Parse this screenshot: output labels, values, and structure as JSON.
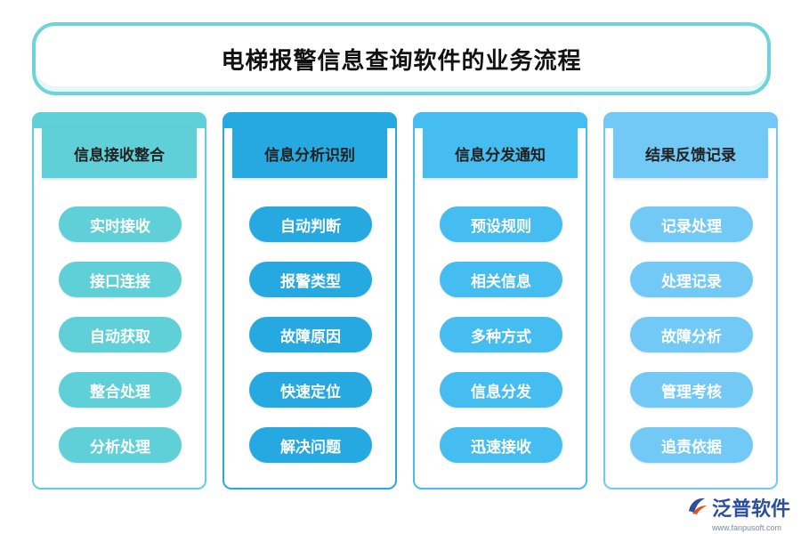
{
  "title": "电梯报警信息查询软件的业务流程",
  "colors": {
    "title_border": "#6fd3da",
    "col1": "#5fd0d8",
    "col2": "#26a8e0",
    "col3": "#45bdf0",
    "col4": "#73c9f6",
    "logo": "#2b4f9e"
  },
  "columns": [
    {
      "header": "信息接收整合",
      "items": [
        "实时接收",
        "接口连接",
        "自动获取",
        "整合处理",
        "分析处理"
      ]
    },
    {
      "header": "信息分析识别",
      "items": [
        "自动判断",
        "报警类型",
        "故障原因",
        "快速定位",
        "解决问题"
      ]
    },
    {
      "header": "信息分发通知",
      "items": [
        "预设规则",
        "相关信息",
        "多种方式",
        "信息分发",
        "迅速接收"
      ]
    },
    {
      "header": "结果反馈记录",
      "items": [
        "记录处理",
        "处理记录",
        "故障分析",
        "管理考核",
        "追责依据"
      ]
    }
  ],
  "logo": {
    "name": "泛普软件",
    "url": "www.fanpusoft.com",
    "icon": "fanpu-logo-icon"
  }
}
